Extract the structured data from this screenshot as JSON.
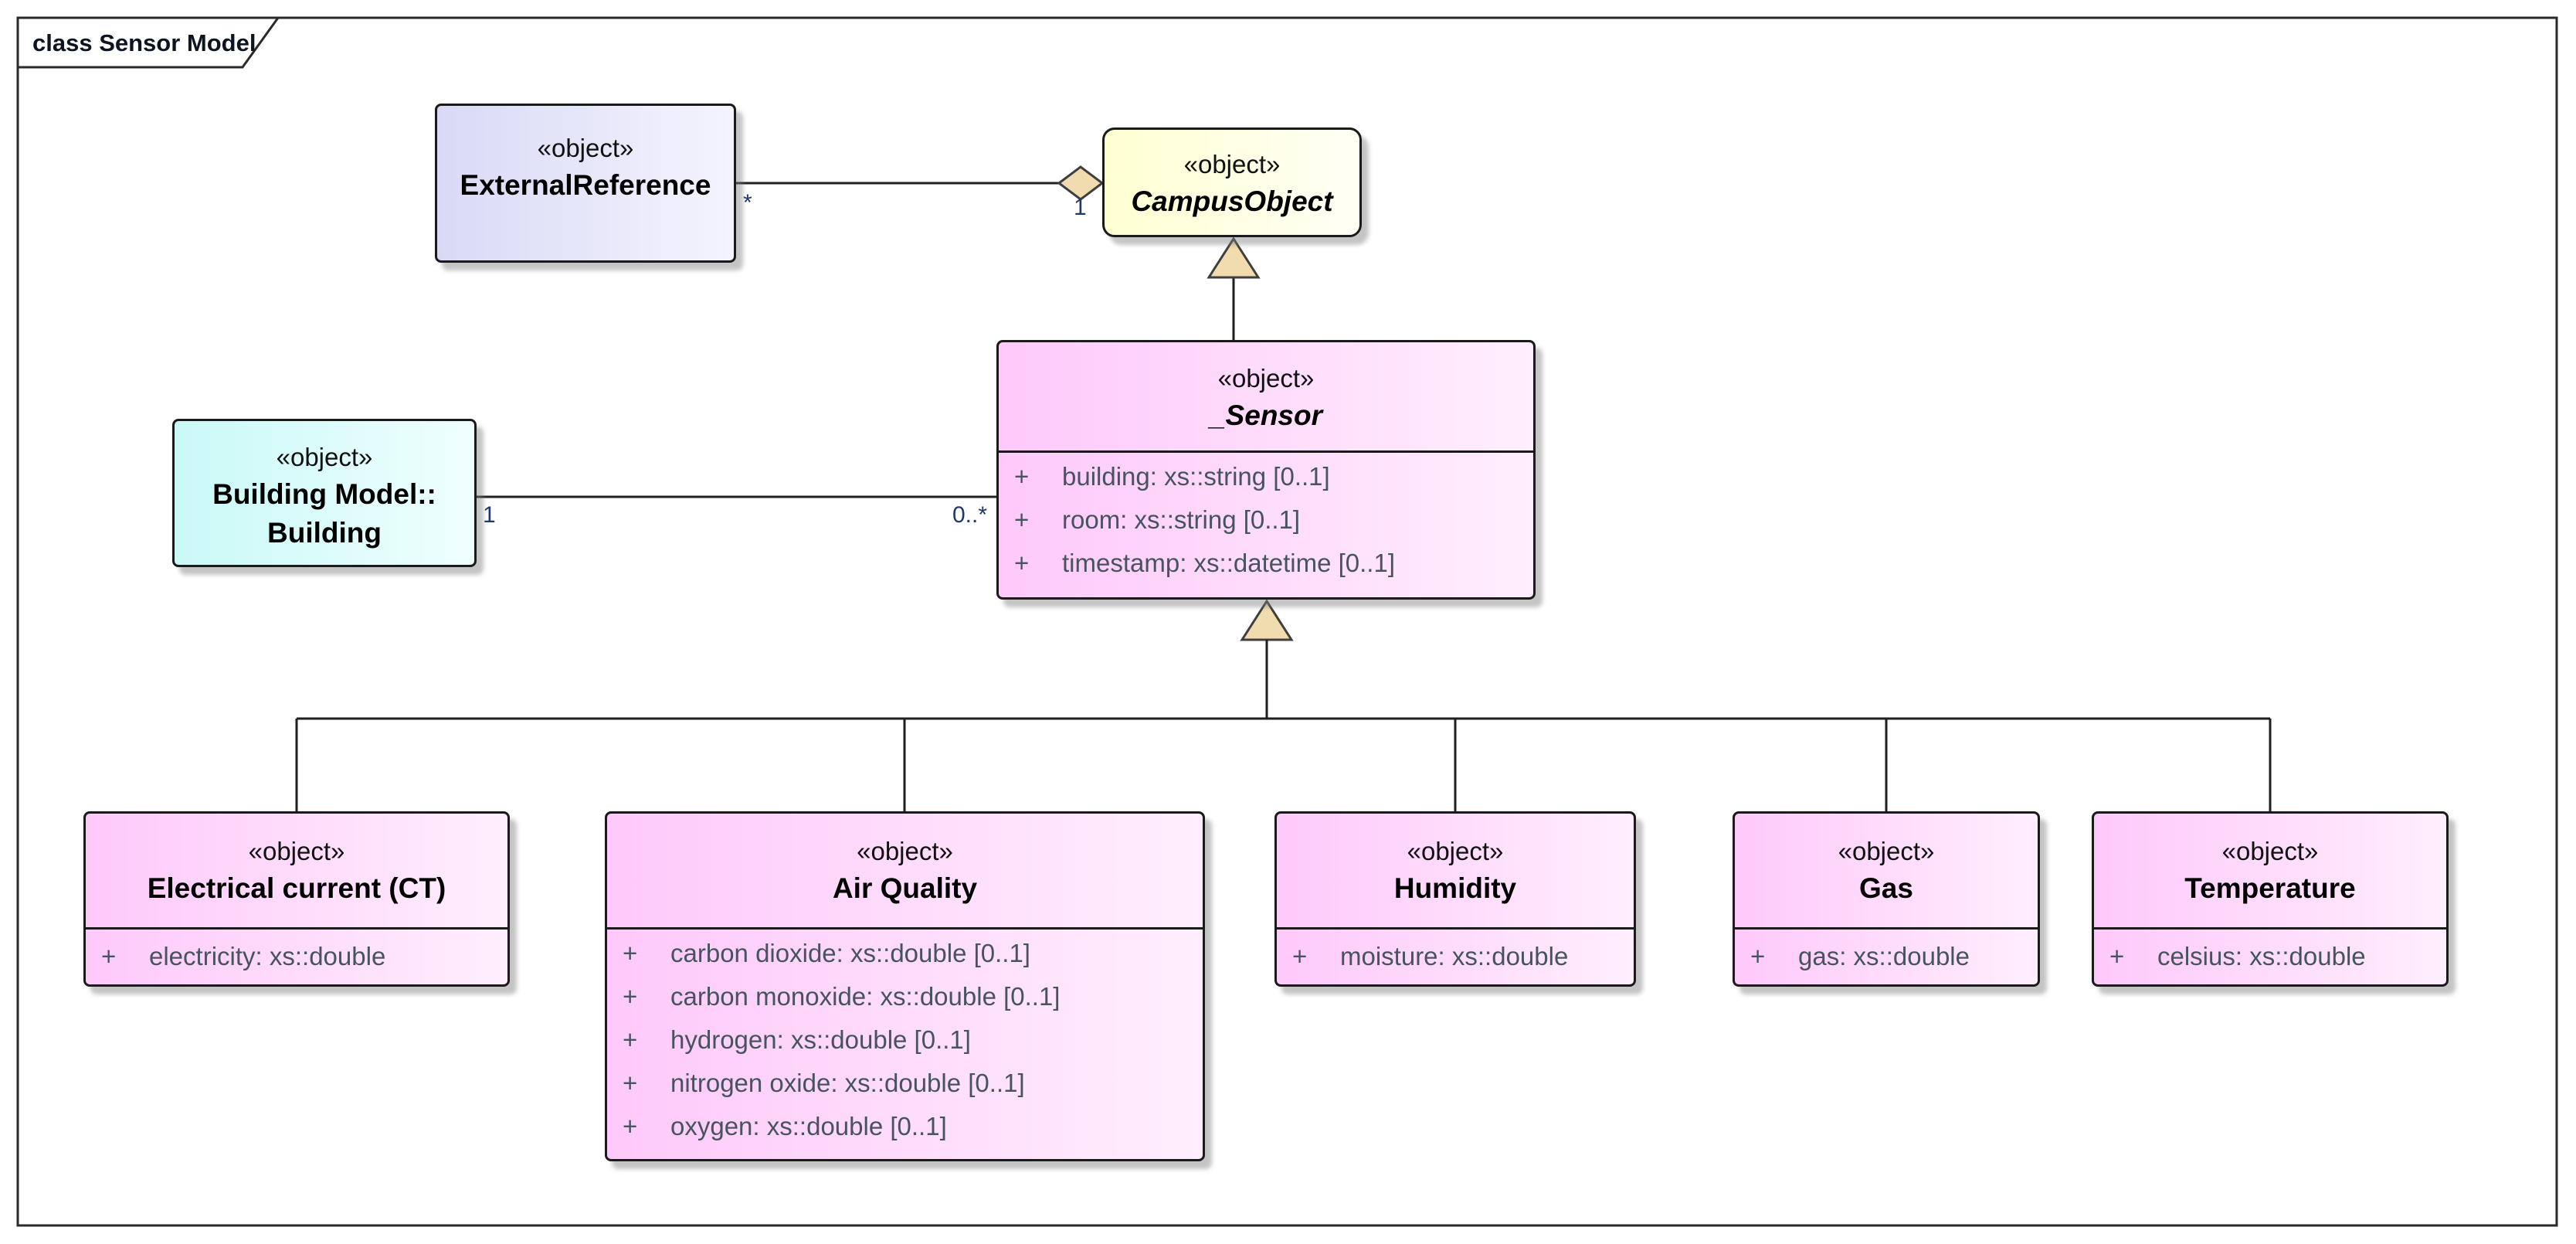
{
  "frame": {
    "label": "class Sensor Model"
  },
  "colors": {
    "line": "#1f1f1f",
    "connector_tan": "#f1dcb0",
    "pink_left": "#fec9fa",
    "pink_right": "#ffeefd",
    "lavender_left": "#d9d9f6",
    "lavender_right": "#f4f4fe",
    "yellow_left": "#ffffd2",
    "yellow_right": "#fffff6",
    "cyan_left": "#c9f9f7",
    "cyan_right": "#effffe",
    "attr_text": "#47545f",
    "mult_text": "#20386c"
  },
  "relationships": {
    "aggregation": {
      "ext_ref_multiplicity": "*",
      "campus_object_multiplicity": "1"
    },
    "association": {
      "building_multiplicity": "1",
      "sensor_multiplicity": "0..*"
    }
  },
  "classes": {
    "external_reference": {
      "stereotype": "«object»",
      "name": "ExternalReference"
    },
    "campus_object": {
      "stereotype": "«object»",
      "name": "CampusObject"
    },
    "building": {
      "stereotype": "«object»",
      "name_line1": "Building Model::",
      "name_line2": "Building"
    },
    "sensor": {
      "stereotype": "«object»",
      "name": "_Sensor",
      "attributes": [
        {
          "vis": "+",
          "text": "building: xs::string [0..1]"
        },
        {
          "vis": "+",
          "text": "room: xs::string [0..1]"
        },
        {
          "vis": "+",
          "text": "timestamp: xs::datetime [0..1]"
        }
      ]
    },
    "electrical_current": {
      "stereotype": "«object»",
      "name": "Electrical current (CT)",
      "attributes": [
        {
          "vis": "+",
          "text": "electricity: xs::double"
        }
      ]
    },
    "air_quality": {
      "stereotype": "«object»",
      "name": "Air Quality",
      "attributes": [
        {
          "vis": "+",
          "text": "carbon dioxide: xs::double [0..1]"
        },
        {
          "vis": "+",
          "text": "carbon monoxide: xs::double [0..1]"
        },
        {
          "vis": "+",
          "text": "hydrogen: xs::double [0..1]"
        },
        {
          "vis": "+",
          "text": "nitrogen oxide: xs::double [0..1]"
        },
        {
          "vis": "+",
          "text": "oxygen: xs::double [0..1]"
        }
      ]
    },
    "humidity": {
      "stereotype": "«object»",
      "name": "Humidity",
      "attributes": [
        {
          "vis": "+",
          "text": "moisture: xs::double"
        }
      ]
    },
    "gas": {
      "stereotype": "«object»",
      "name": "Gas",
      "attributes": [
        {
          "vis": "+",
          "text": "gas: xs::double"
        }
      ]
    },
    "temperature": {
      "stereotype": "«object»",
      "name": "Temperature",
      "attributes": [
        {
          "vis": "+",
          "text": "celsius: xs::double"
        }
      ]
    }
  }
}
